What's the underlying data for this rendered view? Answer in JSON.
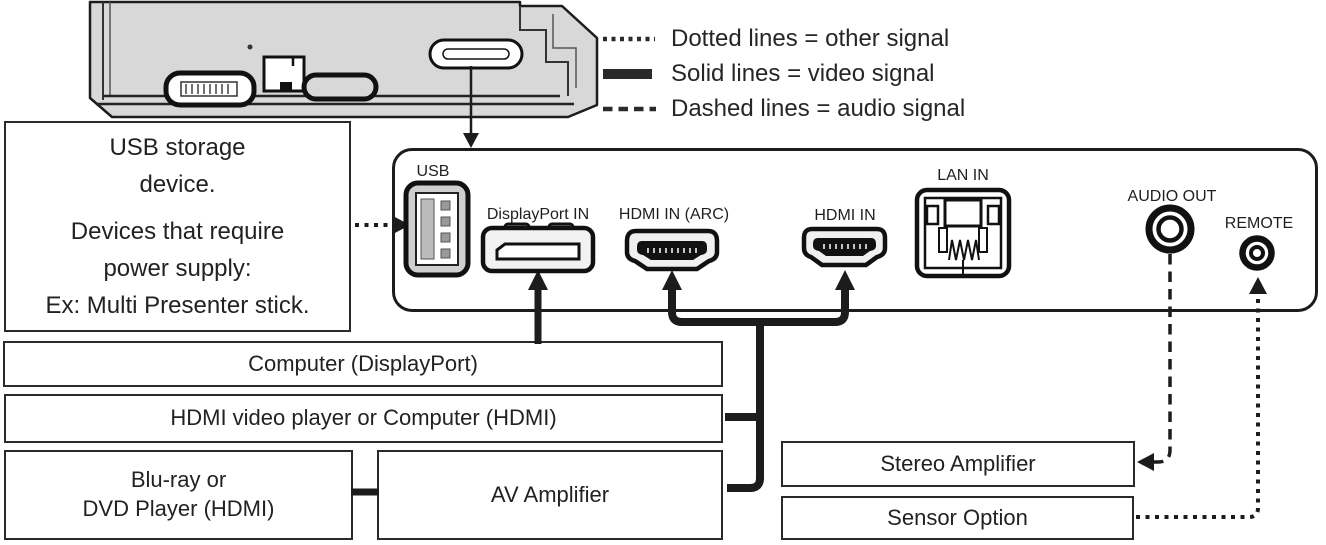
{
  "legend": {
    "items": [
      {
        "style": "dotted",
        "label": "Dotted lines = other signal"
      },
      {
        "style": "solid",
        "label": "Solid lines = video signal"
      },
      {
        "style": "dashed",
        "label": "Dashed lines = audio signal"
      }
    ]
  },
  "usb_note": {
    "lines": [
      "USB storage",
      "device.",
      "Devices that require",
      "power supply:",
      "Ex: Multi Presenter stick."
    ]
  },
  "ports": {
    "usb": "USB",
    "dp": "DisplayPort IN",
    "hdmi_arc": "HDMI IN (ARC)",
    "hdmi": "HDMI IN",
    "lan": "LAN IN",
    "audio": "AUDIO OUT",
    "remote": "REMOTE"
  },
  "devices": {
    "computer_dp": "Computer (DisplayPort)",
    "hdmi_player": "HDMI video player or Computer (HDMI)",
    "bluray_line1": "Blu-ray or",
    "bluray_line2": "DVD Player (HDMI)",
    "av_amp": "AV Amplifier",
    "stereo_amp": "Stereo Amplifier",
    "sensor": "Sensor Option"
  },
  "colors": {
    "line": "#1c1c1c",
    "monitor_fill": "#d8d8d8",
    "background": "#ffffff"
  }
}
